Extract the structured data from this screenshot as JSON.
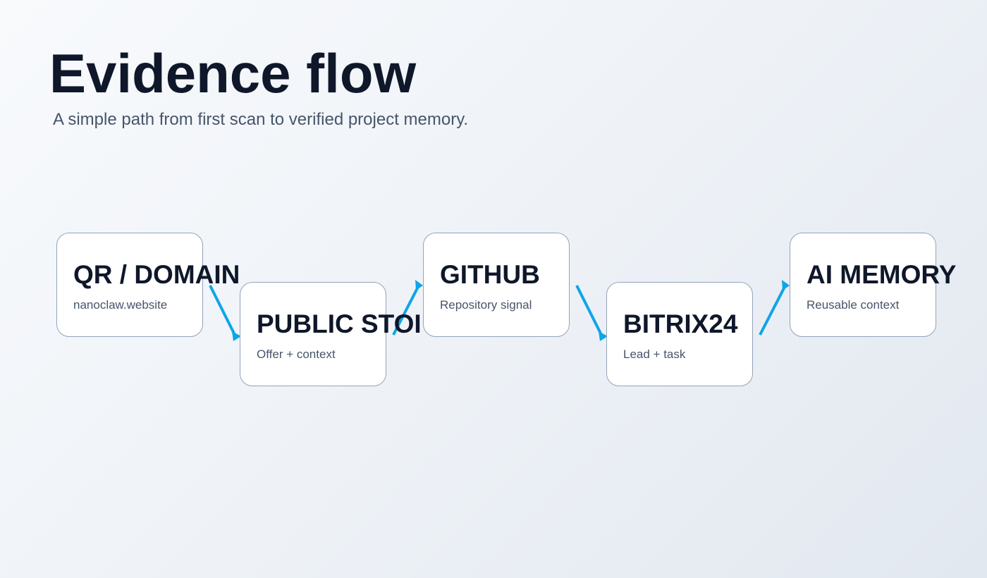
{
  "header": {
    "title": "Evidence flow",
    "subtitle": "A simple path from first scan to verified project memory."
  },
  "diagram": {
    "nodes": [
      {
        "id": "qr-domain",
        "title": "QR / DOMAIN",
        "subtitle": "nanoclaw.website"
      },
      {
        "id": "public-story",
        "title": "PUBLIC STOI",
        "subtitle": "Offer + context"
      },
      {
        "id": "github",
        "title": "GITHUB",
        "subtitle": "Repository signal"
      },
      {
        "id": "bitrix24",
        "title": "BITRIX24",
        "subtitle": "Lead + task"
      },
      {
        "id": "ai-memory",
        "title": "AI MEMORY",
        "subtitle": "Reusable context"
      }
    ],
    "edges": [
      {
        "from": "qr-domain",
        "to": "public-story"
      },
      {
        "from": "public-story",
        "to": "github"
      },
      {
        "from": "github",
        "to": "bitrix24"
      },
      {
        "from": "bitrix24",
        "to": "ai-memory"
      }
    ]
  },
  "colors": {
    "accent": "#0ea5e9",
    "title": "#0f172a",
    "muted": "#475569",
    "border": "#94a3b8"
  }
}
